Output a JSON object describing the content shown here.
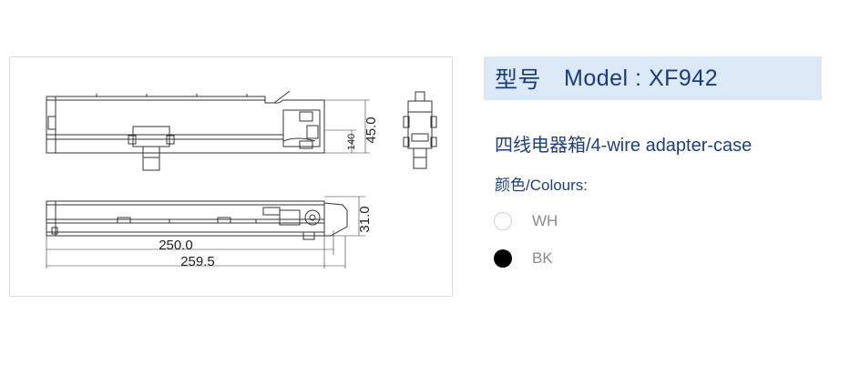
{
  "model": {
    "label_cn": "型号",
    "label_en": "Model : XF942"
  },
  "product": {
    "description": "四线电器箱/4-wire adapter-case"
  },
  "colours": {
    "heading": "颜色/Colours:",
    "items": [
      {
        "name": "WH",
        "swatch": "#ffffff"
      },
      {
        "name": "BK",
        "swatch": "#000000"
      }
    ]
  },
  "drawing": {
    "dim_height_total": "45.0",
    "dim_height_small": "140",
    "dim_depth": "31.0",
    "dim_length_inner": "250.0",
    "dim_length_total": "259.5"
  }
}
